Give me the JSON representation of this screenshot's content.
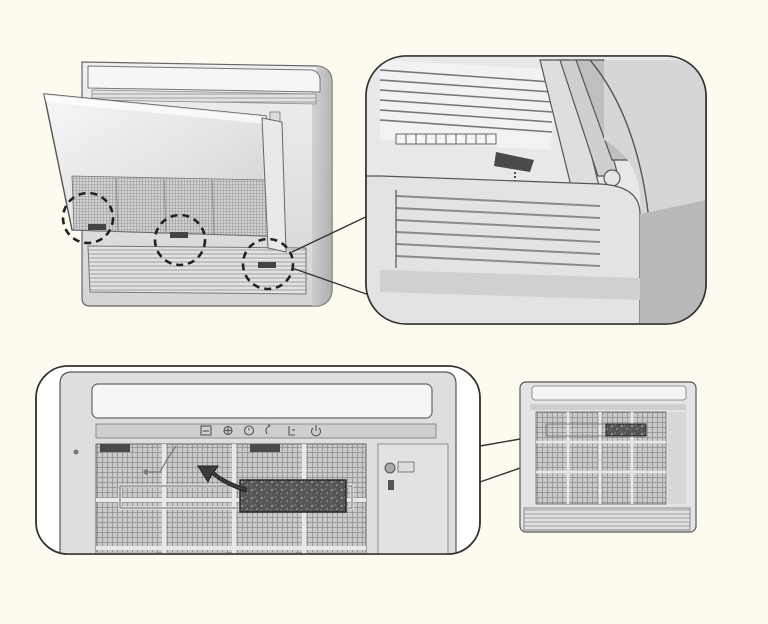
{
  "figure": {
    "background": "#fdfaf0",
    "line_color": "#2a2a2a",
    "unit_color": "#e9e9e9",
    "shadow_color": "#9a9a9a",
    "filter_color": "#5a5a5a",
    "callouts": [
      {
        "panel": "top",
        "marker": "dashed-circle",
        "count": 3
      },
      {
        "panel": "bottom",
        "marker": "filled-rectangle",
        "count": 1
      }
    ],
    "control_icons": [
      "air-filter-icon",
      "fan-icon",
      "timer-icon",
      "swing-icon",
      "sleep-icon",
      "power-icon"
    ]
  }
}
